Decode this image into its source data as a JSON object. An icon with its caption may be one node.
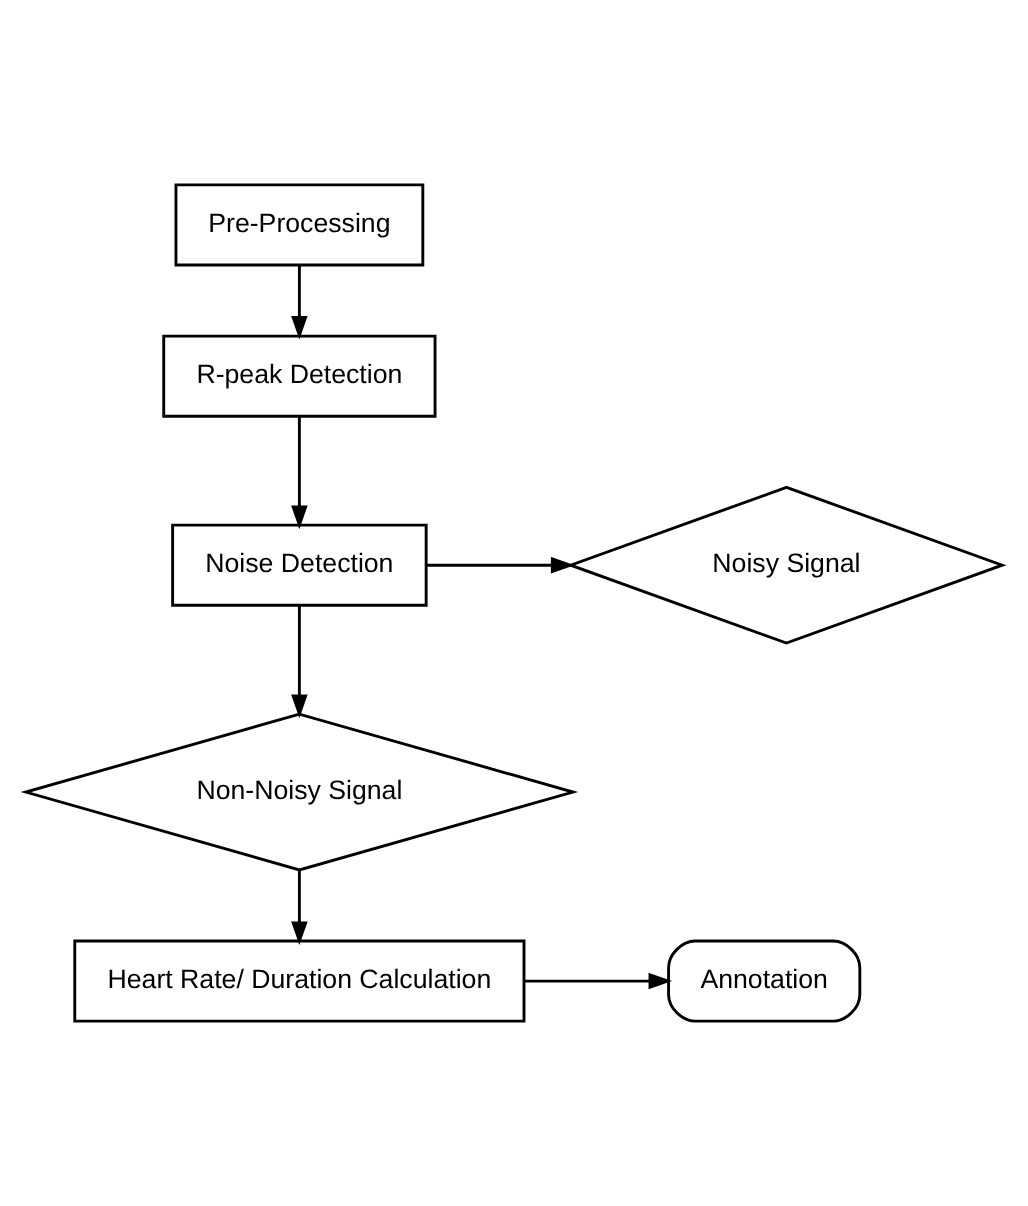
{
  "diagram": {
    "nodes": [
      {
        "text": [
          "Pre-Processing"
        ]
      },
      {
        "text": [
          "R-peak Detection"
        ]
      },
      {
        "text": [
          "Noise Detection"
        ]
      },
      {
        "text": [
          "Noisy Signal"
        ]
      },
      {
        "text": [
          "Non-Noisy Signal"
        ]
      },
      {
        "text": [
          "Heart Rate/ Duration Calculation"
        ]
      },
      {
        "text": [
          "Annotation"
        ]
      }
    ],
    "edges": [
      {
        "from": 0,
        "to": 1,
        "arrow": "to"
      },
      {
        "from": 1,
        "to": 2,
        "arrow": "to"
      },
      {
        "from": 2,
        "to": 3,
        "arrow": "to"
      },
      {
        "from": 2,
        "to": 4,
        "arrow": "to"
      },
      {
        "from": 4,
        "to": 5,
        "arrow": "to"
      },
      {
        "from": 5,
        "to": 6,
        "arrow": "to"
      }
    ]
  }
}
